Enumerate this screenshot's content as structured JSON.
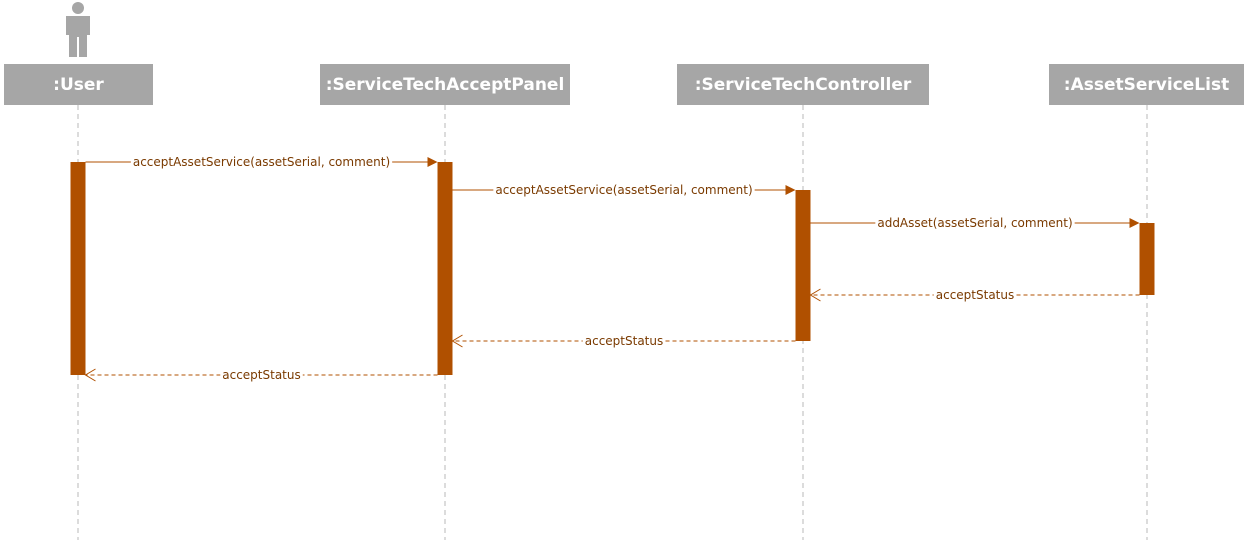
{
  "diagram": {
    "type": "sequence",
    "colors": {
      "header_bg": "#a6a6a6",
      "header_text": "#ffffff",
      "activation": "#b05000",
      "message": "#b05000",
      "message_text": "#7a3a00",
      "lifeline": "#b8b8b8"
    },
    "actor": {
      "icon": "person-icon",
      "color": "#a6a6a6"
    },
    "participants": [
      {
        "id": "user",
        "label": ":User"
      },
      {
        "id": "panel",
        "label": ":ServiceTechAcceptPanel"
      },
      {
        "id": "controller",
        "label": ":ServiceTechController"
      },
      {
        "id": "list",
        "label": ":AssetServiceList"
      }
    ],
    "messages": [
      {
        "from": "user",
        "to": "panel",
        "label": "acceptAssetService(assetSerial, comment)",
        "kind": "call"
      },
      {
        "from": "panel",
        "to": "controller",
        "label": "acceptAssetService(assetSerial, comment)",
        "kind": "call"
      },
      {
        "from": "controller",
        "to": "list",
        "label": "addAsset(assetSerial, comment)",
        "kind": "call"
      },
      {
        "from": "list",
        "to": "controller",
        "label": "acceptStatus",
        "kind": "return"
      },
      {
        "from": "controller",
        "to": "panel",
        "label": "acceptStatus",
        "kind": "return"
      },
      {
        "from": "panel",
        "to": "user",
        "label": "acceptStatus",
        "kind": "return"
      }
    ]
  }
}
